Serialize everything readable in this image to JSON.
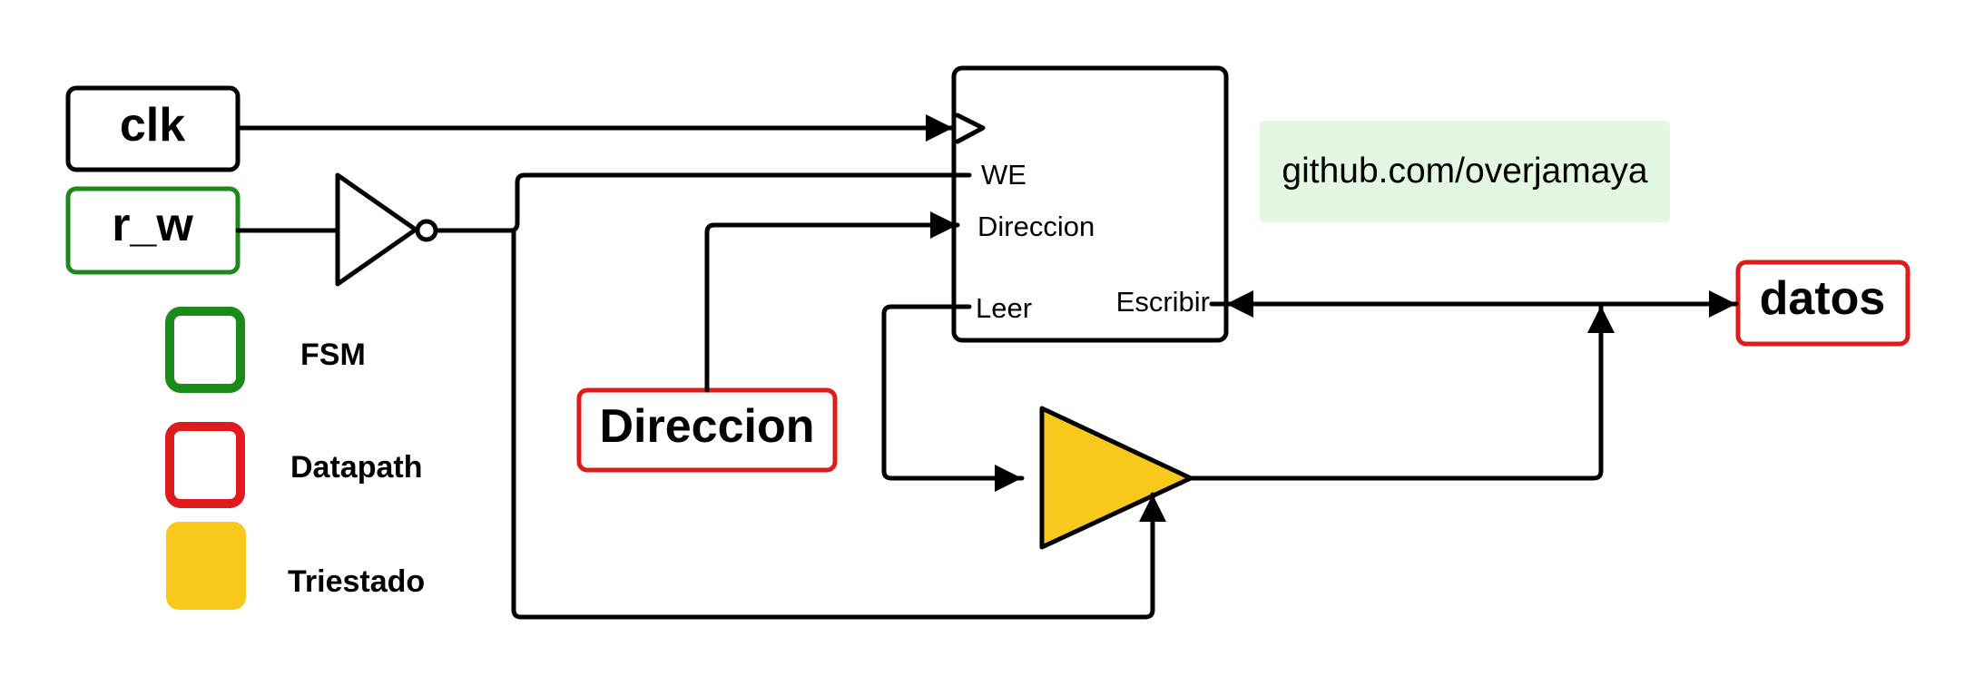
{
  "colors": {
    "fsm": "#1a8a1a",
    "datapath": "#e01b1b",
    "tristate": "#f8c91a",
    "watermark_bg": "#e2f8e2",
    "line": "#000000"
  },
  "inputs": {
    "clk": "clk",
    "r_w": "r_w",
    "direccion": "Direccion"
  },
  "output": {
    "datos": "datos"
  },
  "memory": {
    "ports": {
      "we": "WE",
      "direccion": "Direccion",
      "leer": "Leer",
      "escribir": "Escribir"
    }
  },
  "watermark": "github.com/overjamaya",
  "legend": [
    {
      "label": "FSM"
    },
    {
      "label": "Datapath"
    },
    {
      "label": "Triestado"
    }
  ],
  "icons": {
    "not_gate": "inverter-icon",
    "tristate": "tristate-buffer-icon",
    "clock_edge": "clock-edge-icon"
  }
}
